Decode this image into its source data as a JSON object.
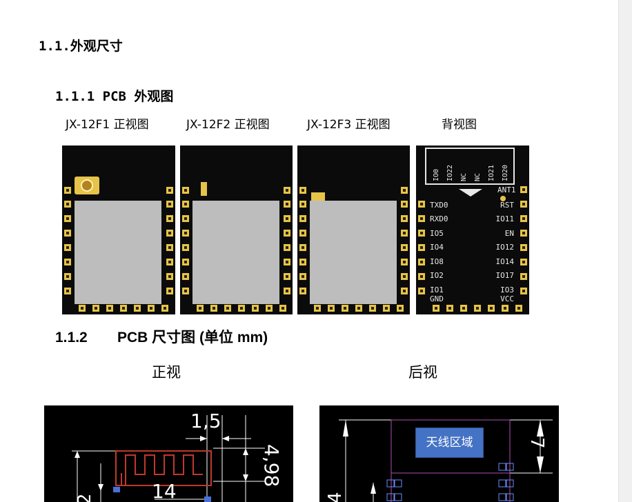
{
  "headings": {
    "h1": "1.1.外观尺寸",
    "h2": "1.1.1 PCB 外观图",
    "h3_num": "1.1.2",
    "h3_text": "PCB 尺寸图 (单位 mm)"
  },
  "captions": [
    "JX-12F1 正视图",
    "JX-12F2 正视图",
    "JX-12F3 正视图",
    "背视图"
  ],
  "size_captions": {
    "front": "正视",
    "back": "后视"
  },
  "back_board": {
    "top_pins": [
      "IO0",
      "IO22",
      "NC",
      "NC",
      "IO21",
      "IO20"
    ],
    "ant_label": "ANT1",
    "left_pins": [
      "TXD0",
      "RXD0",
      "IO5",
      "IO4",
      "IO8",
      "IO2",
      "IO1",
      "GND"
    ],
    "right_pins": [
      "RST",
      "IO11",
      "EN",
      "IO12",
      "IO14",
      "IO17",
      "IO3",
      "VCC"
    ]
  },
  "front_dims": {
    "d1": "1,5",
    "d2": "4,98",
    "d3": "14",
    "d4": "2"
  },
  "back_dims": {
    "antenna_area": "天线区域",
    "d1": "7",
    "d2": "4"
  },
  "colors": {
    "pad_gold": "#e6c44a",
    "board_black": "#0b0b0b",
    "shield_gray": "#bdbdbd",
    "antenna_box": "#4472c4"
  }
}
